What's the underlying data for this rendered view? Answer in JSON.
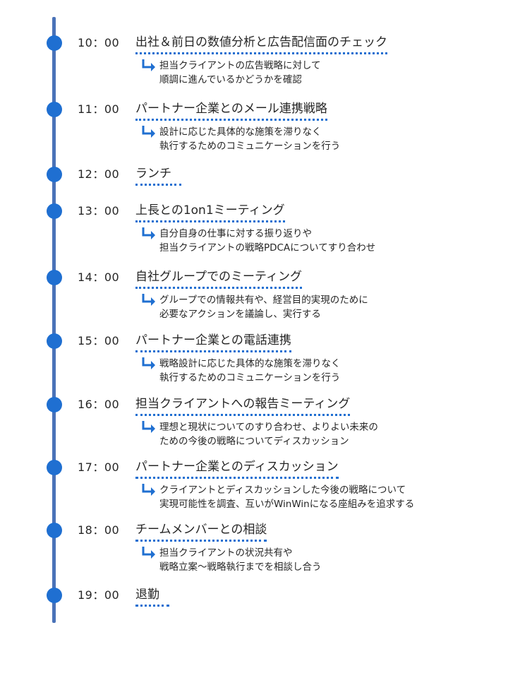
{
  "schedule": [
    {
      "time": "10：00",
      "title": "出社＆前日の数値分析と広告配信面のチェック",
      "details": [
        "担当クライアントの広告戦略に対して",
        "順調に進んでいるかどうかを確認"
      ]
    },
    {
      "time": "11：00",
      "title": "パートナー企業とのメール連携戦略",
      "details": [
        "設計に応じた具体的な施策を滞りなく",
        "執行するためのコミュニケーションを行う"
      ]
    },
    {
      "time": "12：00",
      "title": "ランチ",
      "details": []
    },
    {
      "time": "13：00",
      "title": "上長との1on1ミーティング",
      "details": [
        "自分自身の仕事に対する振り返りや",
        "担当クライアントの戦略PDCAについてすり合わせ"
      ]
    },
    {
      "time": "14：00",
      "title": "自社グループでのミーティング",
      "details": [
        "グループでの情報共有や、経営目的実現のために",
        "必要なアクションを議論し、実行する"
      ]
    },
    {
      "time": "15：00",
      "title": "パートナー企業との電話連携",
      "details": [
        "戦略設計に応じた具体的な施策を滞りなく",
        "執行するためのコミュニケーションを行う"
      ]
    },
    {
      "time": "16：00",
      "title": "担当クライアントへの報告ミーティング",
      "details": [
        "理想と現状についてのすり合わせ、よりよい未来の",
        "ための今後の戦略についてディスカッション"
      ]
    },
    {
      "time": "17：00",
      "title": "パートナー企業とのディスカッション",
      "details": [
        "クライアントとディスカッションした今後の戦略について",
        "実現可能性を調査、互いがWinWinになる座組みを追求する"
      ]
    },
    {
      "time": "18：00",
      "title": "チームメンバーとの相談",
      "details": [
        "担当クライアントの状況共有や",
        "戦略立案～戦略執行までを相談し合う"
      ]
    },
    {
      "time": "19：00",
      "title": "退勤",
      "details": []
    }
  ],
  "colors": {
    "line": "#4a72b8",
    "dot": "#1f6fd1",
    "arrow": "#1f6fd1",
    "text": "#262626"
  }
}
